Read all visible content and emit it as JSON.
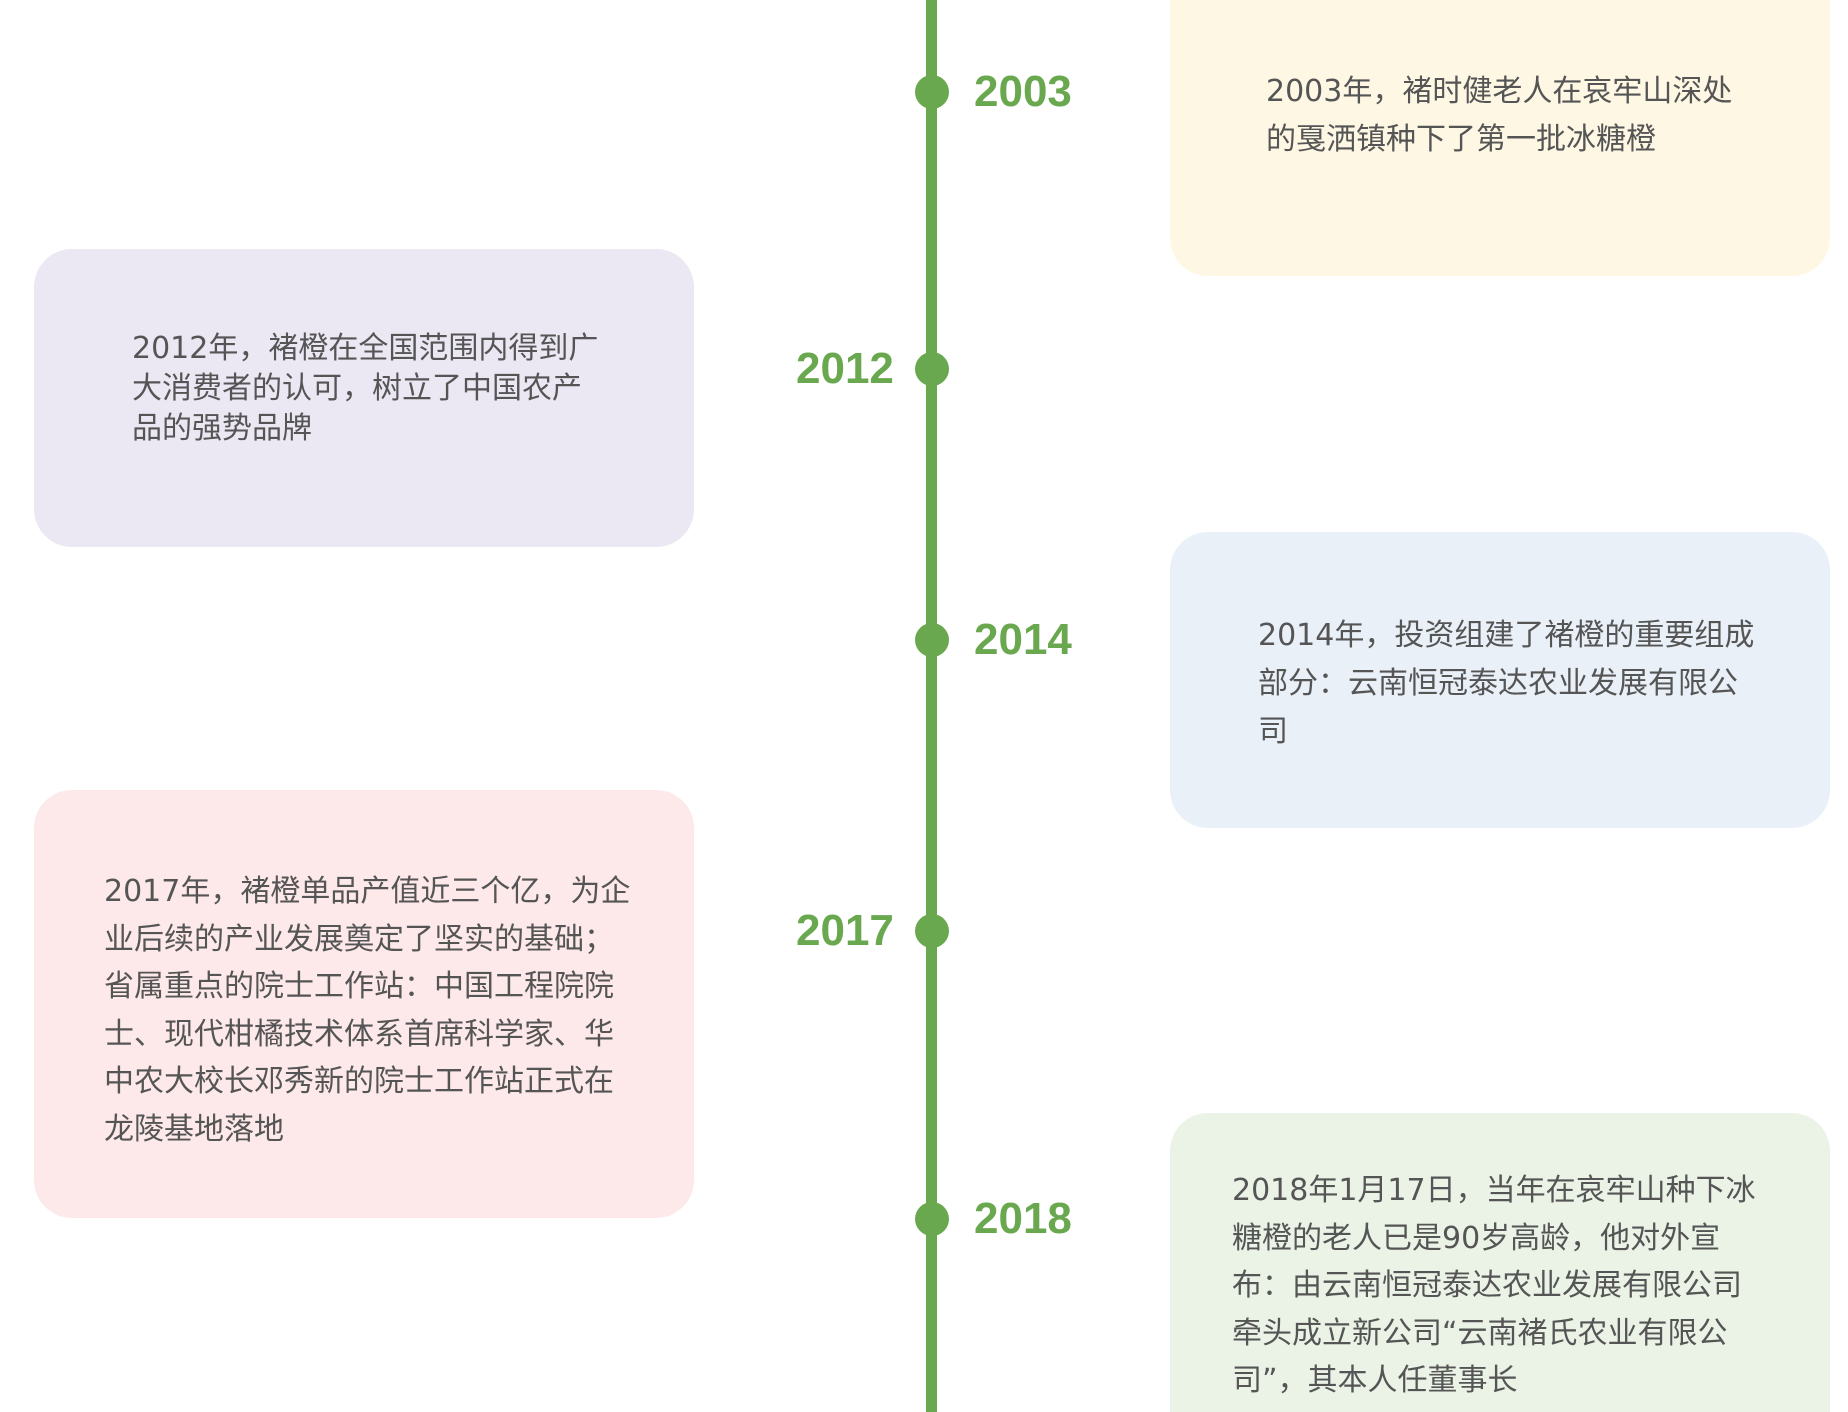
{
  "timeline": {
    "line_color": "#6aa84f",
    "events": [
      {
        "year": "2003",
        "side": "right",
        "color": "#fdf7e4",
        "text": "2003年，褚时健老人在哀牢山深处\n的戛洒镇种下了第一批冰糖橙"
      },
      {
        "year": "2012",
        "side": "left",
        "color": "#ebe8f3",
        "text": "2012年，褚橙在全国范围内得到广\n大消费者的认可，树立了中国农产\n品的强势品牌"
      },
      {
        "year": "2014",
        "side": "right",
        "color": "#e9f0f8",
        "text": "2014年，投资组建了褚橙的重要组成\n部分：云南恒冠泰达农业发展有限公\n司"
      },
      {
        "year": "2017",
        "side": "left",
        "color": "#fde9ea",
        "text": "2017年，褚橙单品产值近三个亿，为企\n业后续的产业发展奠定了坚实的基础；\n省属重点的院士工作站：中国工程院院\n士、现代柑橘技术体系首席科学家、华\n中农大校长邓秀新的院士工作站正式在\n龙陵基地落地"
      },
      {
        "year": "2018",
        "side": "right",
        "color": "#ebf3e7",
        "text": "2018年1月17日，当年在哀牢山种下冰\n糖橙的老人已是90岁高龄，他对外宣\n布：由云南恒冠泰达农业发展有限公司\n牵头成立新公司“云南褚氏农业有限公\n司”，其本人任董事长"
      }
    ]
  }
}
